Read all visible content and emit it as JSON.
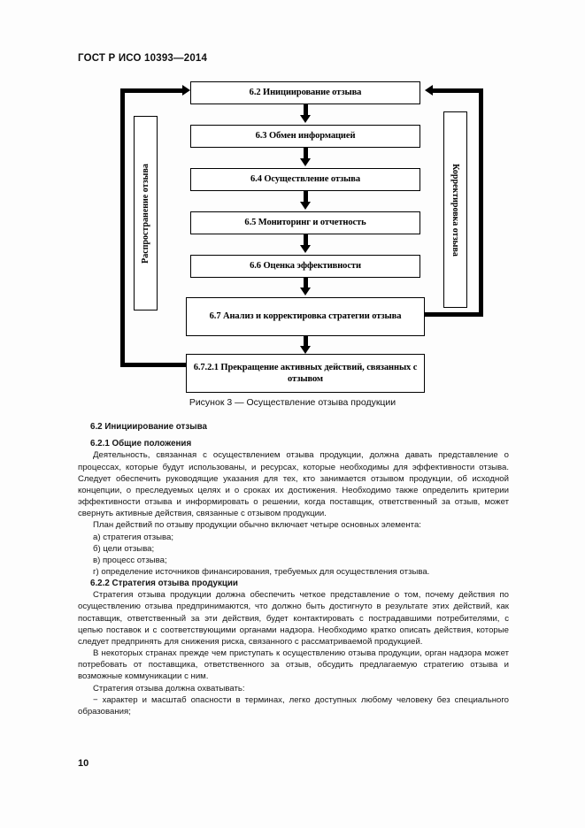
{
  "header": {
    "standard_id": "ГОСТ Р ИСО 10393—2014"
  },
  "figure": {
    "caption": "Рисунок 3 — Осуществление отзыва продукции",
    "side_left": "Распространение отзыва",
    "side_right": "Корректировка отзыва",
    "boxes": [
      {
        "label": "6.2 Инициирование отзыва"
      },
      {
        "label": "6.3 Обмен информацией"
      },
      {
        "label": "6.4 Осуществление отзыва"
      },
      {
        "label": "6.5 Мониторинг и отчетность"
      },
      {
        "label": "6.6 Оценка эффективности"
      },
      {
        "label": "6.7 Анализ и корректировка стратегии отзыва"
      },
      {
        "label": "6.7.2.1 Прекращение активных действий, связанных с отзывом"
      }
    ]
  },
  "content": {
    "heading_62": "6.2 Инициирование отзыва",
    "heading_621": "6.2.1 Общие положения",
    "para_621_1": "Деятельность, связанная с осуществлением отзыва продукции, должна давать представление о процессах, которые будут использованы, и ресурсах, которые необходимы для эффективности отзыва. Следует обеспечить руководящие указания для тех, кто занимается отзывом продукции, об исходной концепции, о преследуемых целях и о сроках их достижения. Необходимо также определить критерии эффективности отзыва и информировать о решении, когда поставщик, ответственный за отзыв, может свернуть активные действия, связанные с отзывом продукции.",
    "para_621_2": "План действий по отзыву продукции обычно включает четыре основных элемента:",
    "list_621": [
      "а) стратегия отзыва;",
      "б) цели отзыва;",
      "в) процесс отзыва;",
      "г) определение источников финансирования, требуемых для осуществления отзыва."
    ],
    "heading_622": "6.2.2 Стратегия отзыва продукции",
    "para_622_1": "Стратегия отзыва продукции должна обеспечить четкое представление о том, почему действия по осуществлению отзыва предпринимаются, что должно быть достигнуто в результате этих действий, как поставщик, ответственный за эти действия, будет контактировать с пострадавшими потребителями, с цепью поставок и с соответствующими органами надзора. Необходимо кратко описать действия, которые следует предпринять для снижения риска, связанного с рассматриваемой продукцией.",
    "para_622_2": "В некоторых странах прежде чем приступать к осуществлению отзыва продукции, орган надзора может потребовать от поставщика, ответственного за отзыв, обсудить предлагаемую стратегию отзыва и возможные коммуникации с ним.",
    "para_622_3": "Стратегия отзыва должна охватывать:",
    "list_622": [
      "− характер и масштаб опасности в терминах, легко доступных любому человеку без специального образования;"
    ]
  },
  "footer": {
    "page_number": "10"
  }
}
